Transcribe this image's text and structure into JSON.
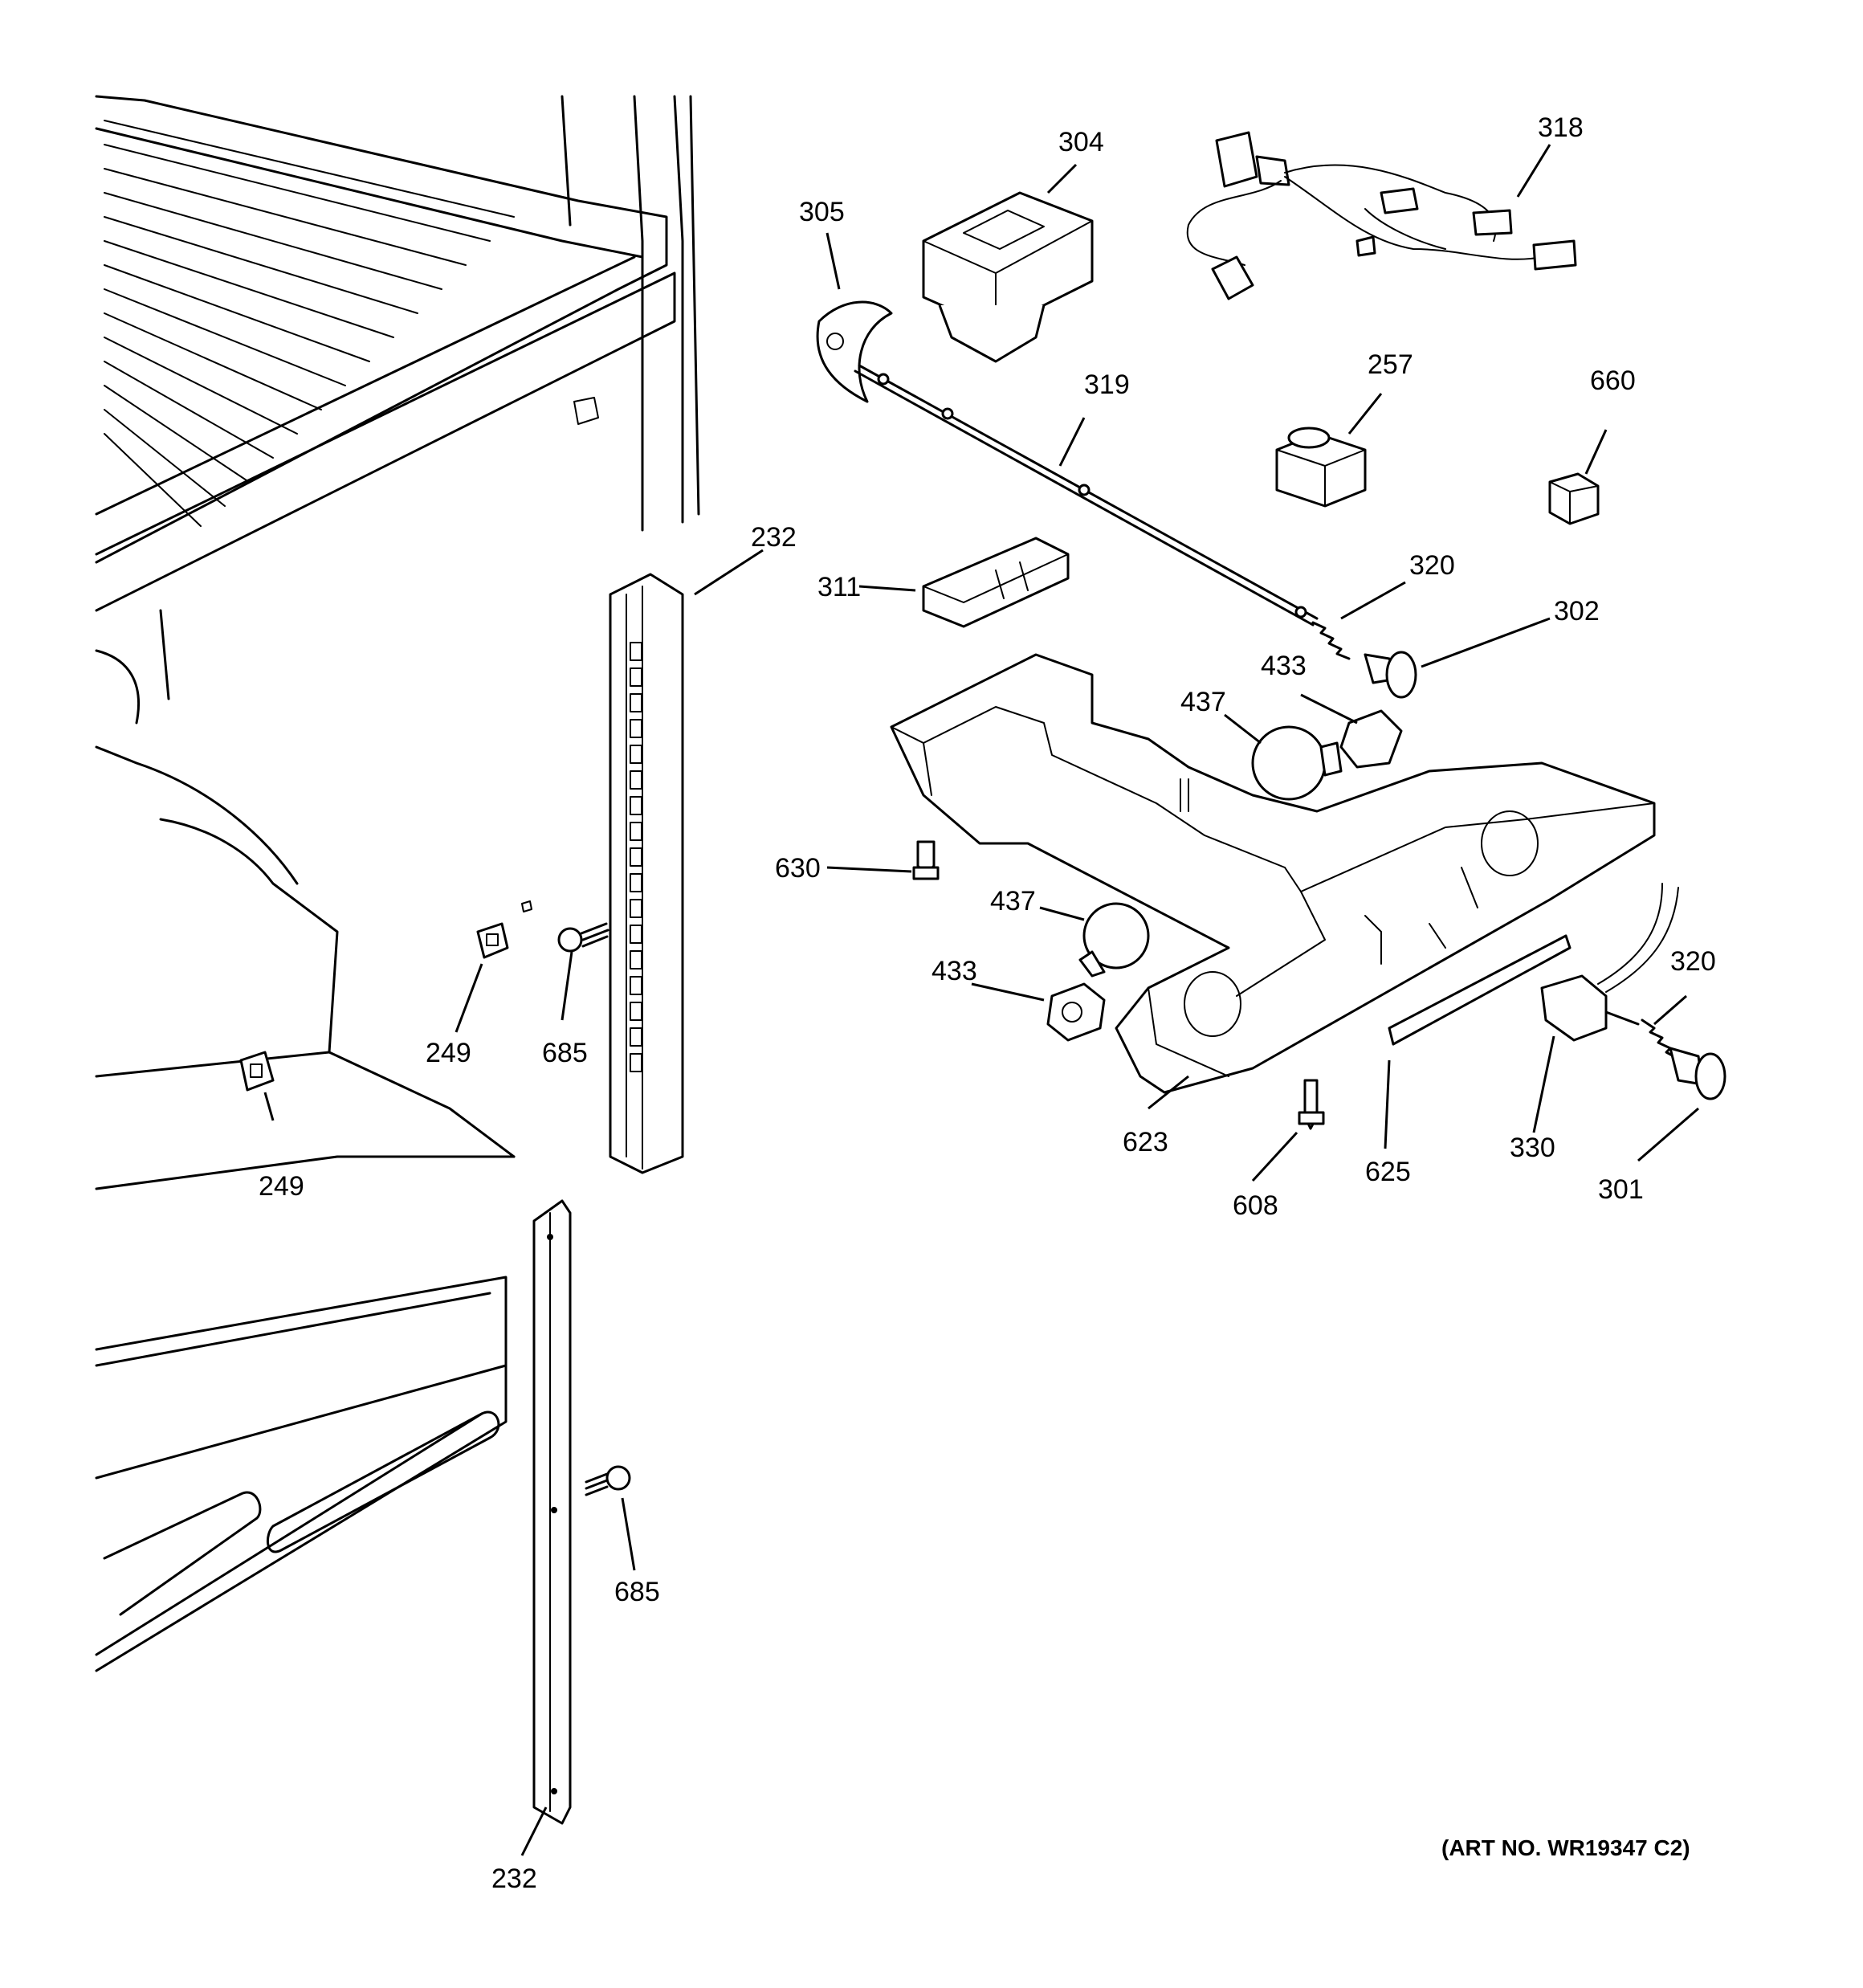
{
  "diagram": {
    "art_number": "(ART NO. WR19347 C2)",
    "labels": {
      "p304": "304",
      "p318": "318",
      "p305": "305",
      "p257": "257",
      "p660": "660",
      "p319": "319",
      "p232a": "232",
      "p311": "311",
      "p320a": "320",
      "p302": "302",
      "p433a": "433",
      "p437a": "437",
      "p630": "630",
      "p437b": "437",
      "p433b": "433",
      "p320b": "320",
      "p249a": "249",
      "p685a": "685",
      "p623": "623",
      "p608": "608",
      "p625": "625",
      "p330": "330",
      "p301": "301",
      "p249b": "249",
      "p685b": "685",
      "p232b": "232"
    }
  }
}
